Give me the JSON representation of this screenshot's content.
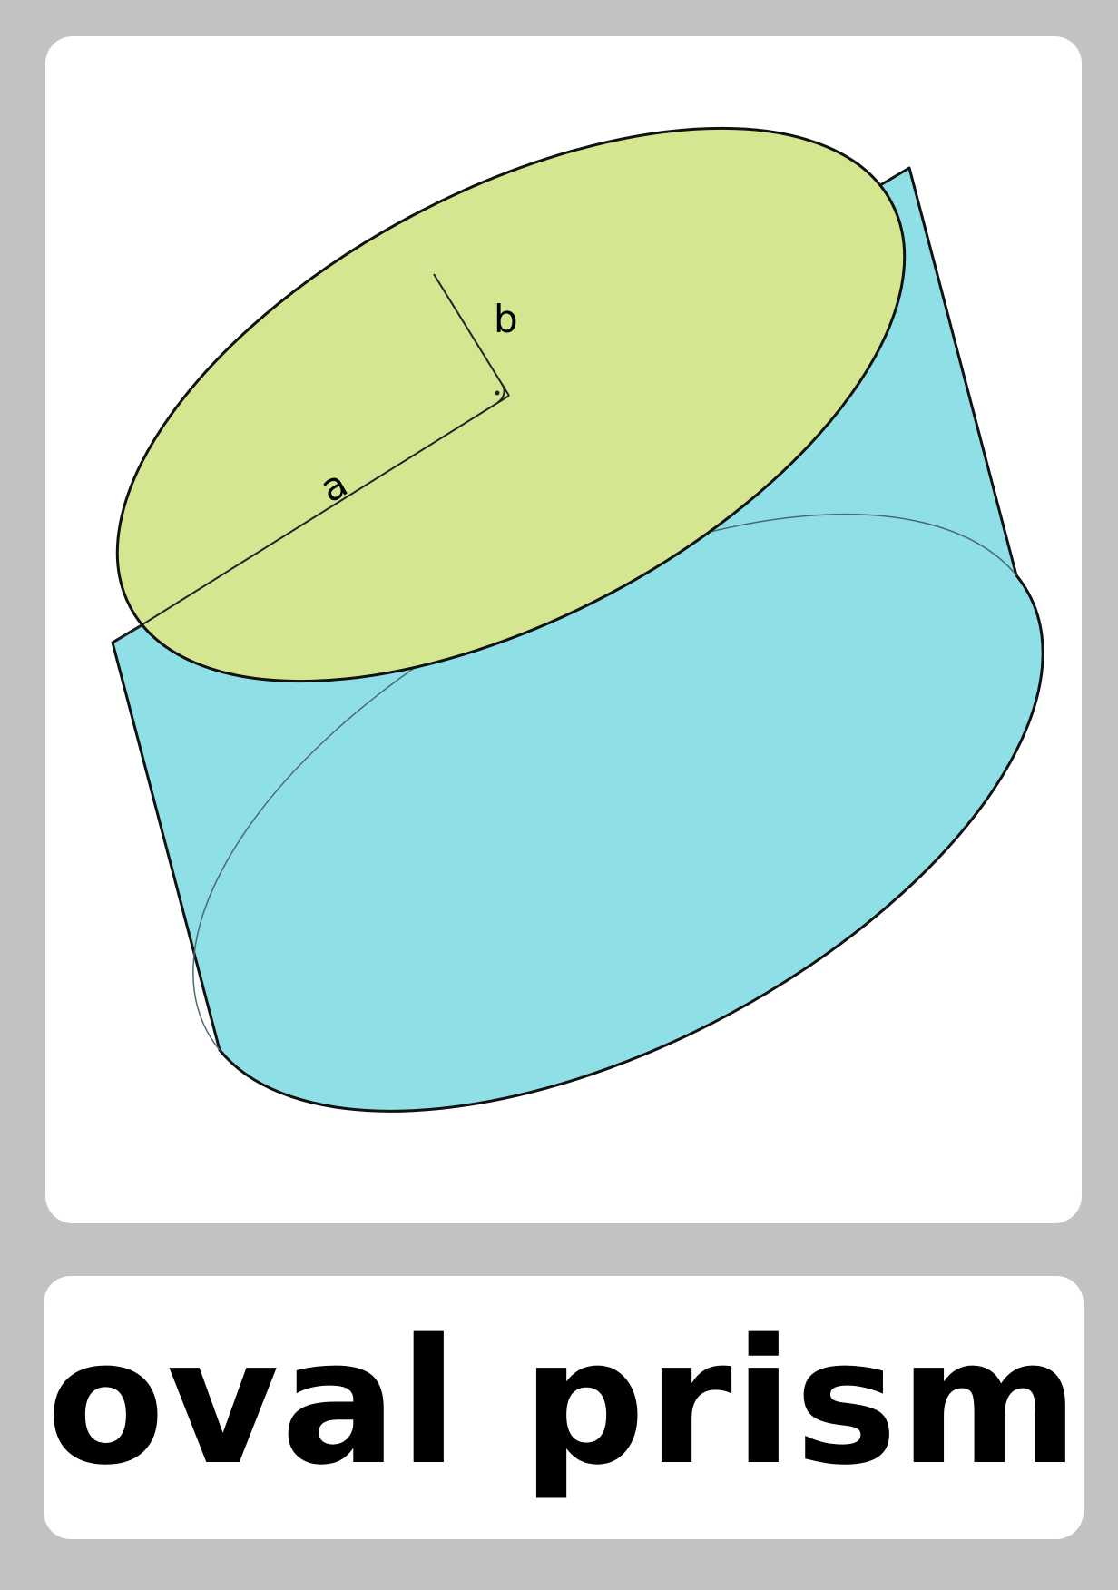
{
  "card": {
    "caption": "oval prism"
  },
  "diagram": {
    "label_a": "a",
    "label_b": "b",
    "top_face_color": "#d4e690",
    "side_color": "#8fdfe6",
    "outline_color": "#111111"
  }
}
